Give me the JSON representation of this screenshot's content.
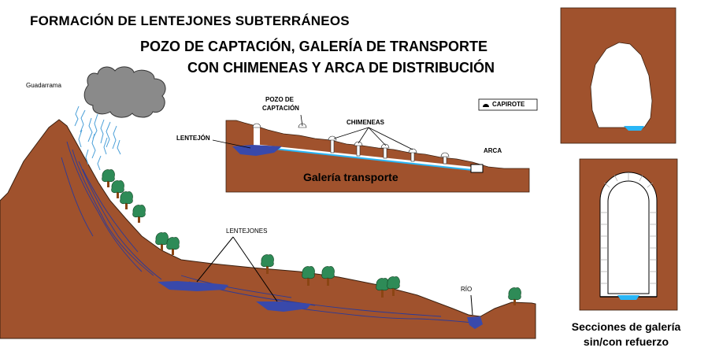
{
  "title": "FORMACIÓN DE LENTEJONES SUBTERRÁNEOS",
  "subtitle_line1": "POZO DE CAPTACIÓN, GALERÍA DE TRANSPORTE",
  "subtitle_line2": "CON CHIMENEAS Y ARCA DE DISTRIBUCIÓN",
  "labels": {
    "guadarrama": "Guadarrama",
    "pozo_line1": "POZO DE",
    "pozo_line2": "CAPTACIÓN",
    "chimeneas": "CHIMENEAS",
    "lentejon": "LENTEJÓN",
    "arca": "ARCA",
    "galeria": "Galería transporte",
    "capirote": "CAPIROTE",
    "lentejones": "LENTEJONES",
    "rio": "RÍO",
    "secciones_line1": "Secciones de galería",
    "secciones_line2": "sin/con refuerzo"
  },
  "colors": {
    "earth": "#a0522d",
    "water": "#3949ab",
    "water_light": "#29b6f6",
    "cloud": "#808080",
    "tree": "#2e8b57",
    "trunk": "#8b4513"
  }
}
